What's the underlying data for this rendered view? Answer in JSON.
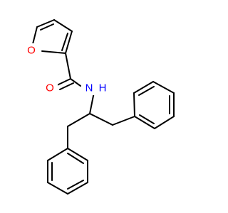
{
  "molecule": {
    "atom_labels": {
      "furan_oxygen": "O",
      "carbonyl_oxygen": "O",
      "amide_nitrogen": "N",
      "amide_hydrogen": "H"
    },
    "colors": {
      "bond": "#000000",
      "oxygen": "#ff0000",
      "nitrogen": "#0000ff"
    }
  }
}
